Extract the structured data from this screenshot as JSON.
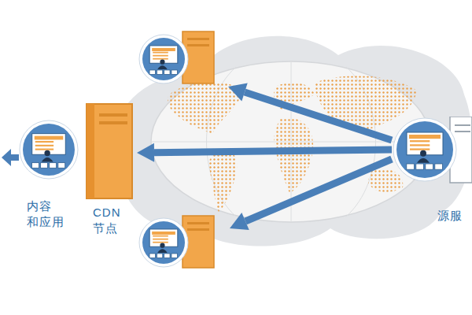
{
  "diagram": {
    "nodes": [
      {
        "text": [
          "内容 和应用"
        ]
      },
      {
        "text": [
          "CDN 节点"
        ]
      },
      {
        "text": [
          "源服"
        ]
      }
    ],
    "edges": [
      {
        "from": 2,
        "to": 1,
        "arrow": "to"
      }
    ]
  }
}
